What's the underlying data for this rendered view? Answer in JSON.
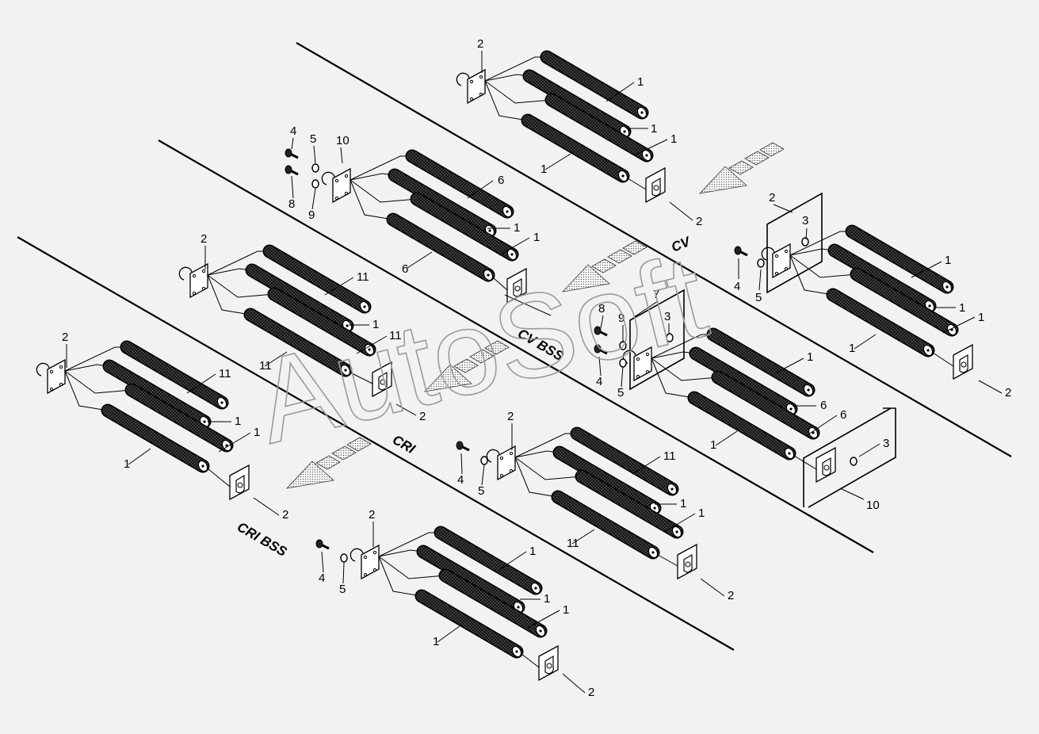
{
  "watermark": "AutoSoft",
  "sections": {
    "cv": "CV",
    "cv_bss": "CV BSS",
    "cri": "CRI",
    "cri_bss": "CRI BSS"
  },
  "callouts": {
    "cv_top_2": "2",
    "cv_top_1a": "1",
    "cv_top_1b": "1",
    "cv_top_1c": "1",
    "cv_top_1d": "1",
    "cv_top_2b": "2",
    "cvb_4": "4",
    "cvb_5": "5",
    "cvb_10": "10",
    "cvb_8": "8",
    "cvb_9": "9",
    "cvb_6a": "6",
    "cvb_1a": "1",
    "cvb_1b": "1",
    "cvb_6b": "6",
    "cv_r_2": "2",
    "cv_r_3": "3",
    "cv_r_4": "4",
    "cv_r_5": "5",
    "cv_r_1a": "1",
    "cv_r_1b": "1",
    "cv_r_1c": "1",
    "cv_r_1d": "1",
    "cv_r_2b": "2",
    "cri_top_2": "2",
    "cri_top_11a": "11",
    "cri_top_1a": "1",
    "cri_top_11b": "11",
    "cri_top_11c": "11",
    "cri_top_2b": "2",
    "cvbm_7": "7",
    "cvbm_8": "8",
    "cvbm_9": "9",
    "cvbm_3": "3",
    "cvbm_4": "4",
    "cvbm_5": "5",
    "cvbm_1a": "1",
    "cvbm_6a": "6",
    "cvbm_6b": "6",
    "cvbm_1b": "1",
    "cvbm_3b": "3",
    "cvbm_10": "10",
    "crl_2": "2",
    "crl_11": "11",
    "crl_1a": "1",
    "crl_1b": "1",
    "crl_1c": "1",
    "crl_2b": "2",
    "crm_2": "2",
    "crm_4": "4",
    "crm_5": "5",
    "crm_11a": "11",
    "crm_1a": "1",
    "crm_1b": "1",
    "crm_11b": "11",
    "crm_2b": "2",
    "crb_2": "2",
    "crb_4": "4",
    "crb_5": "5",
    "crb_1a": "1",
    "crb_1b": "1",
    "crb_1c": "1",
    "crb_1d": "1",
    "crb_2b": "2"
  }
}
